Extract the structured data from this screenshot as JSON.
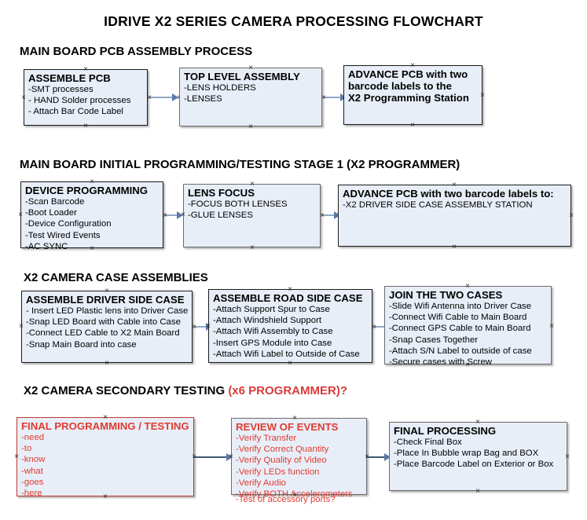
{
  "document": {
    "title": "IDRIVE X2  SERIES CAMERA PROCESSING FLOWCHART"
  },
  "sections": [
    {
      "id": "s1",
      "label": "MAIN BOARD PCB ASSEMBLY PROCESS",
      "accent": ""
    },
    {
      "id": "s2",
      "label": "MAIN BOARD INITIAL PROGRAMMING/TESTING STAGE 1 (X2 PROGRAMMER)",
      "accent": ""
    },
    {
      "id": "s3",
      "label": "X2 CAMERA CASE ASSEMBLIES",
      "accent": ""
    },
    {
      "id": "s4",
      "label": "X2 CAMERA SECONDARY TESTING ",
      "accent": "(x6 PROGRAMMER)?"
    }
  ],
  "nodes": {
    "assemble_pcb": {
      "title": "ASSEMBLE PCB",
      "lines": [
        "-SMT processes",
        "- HAND Solder processes",
        "- Attach Bar Code Label"
      ]
    },
    "top_level_assembly": {
      "title": "TOP LEVEL ASSEMBLY",
      "lines": [
        "-LENS HOLDERS",
        "-LENSES"
      ]
    },
    "advance_pcb_station": {
      "title": "ADVANCE PCB with two",
      "lines": [
        "barcode labels to the",
        " X2 Programming Station"
      ]
    },
    "device_programming": {
      "title": "DEVICE PROGRAMMING",
      "lines": [
        "-Scan Barcode",
        "-Boot Loader",
        "-Device Configuration",
        "-Test Wired Events",
        "-AC SYNC"
      ]
    },
    "lens_focus": {
      "title": "LENS FOCUS",
      "lines": [
        "-FOCUS BOTH LENSES",
        "-GLUE LENSES"
      ]
    },
    "advance_pcb_driver": {
      "title": "ADVANCE PCB with two barcode labels to:",
      "lines": [
        "-X2 DRIVER  SIDE  CASE  ASSEMBLY STATION"
      ]
    },
    "assemble_driver_side": {
      "title": "ASSEMBLE DRIVER SIDE CASE",
      "lines": [
        "- Insert LED Plastic lens into Driver Case",
        "-Snap LED Board with Cable into Case",
        "-Connect LED Cable to X2 Main Board",
        "-Snap Main Board into case"
      ]
    },
    "assemble_road_side": {
      "title": "ASSEMBLE ROAD SIDE CASE",
      "lines": [
        "-Attach Support Spur to Case",
        "-Attach Windshield Support",
        "-Attach Wifi Assembly to Case",
        "-Insert GPS Module into Case",
        "-Attach Wifi Label to Outside of Case"
      ]
    },
    "join_two_cases": {
      "title": "JOIN THE TWO CASES",
      "lines": [
        "-Slide Wifi Antenna into Driver Case",
        "-Connect Wifi Cable to Main Board",
        "-Connect GPS Cable to Main Board",
        "-Snap Cases Together",
        "-Attach S/N Label to outside of case",
        "-Secure cases with Screw"
      ]
    },
    "final_programming": {
      "title": "FINAL PROGRAMMING / TESTING",
      "lines": [
        "-need",
        "-to",
        "-know",
        "-what",
        "-goes",
        "-here"
      ]
    },
    "review_of_events": {
      "title": "REVIEW OF EVENTS",
      "lines": [
        "-Verify Transfer",
        "-Verify Correct Quantity",
        "-Verify Quality of Video",
        "-Verify LEDs function",
        "-Verify Audio",
        "-Verify BOTH Accelerometers"
      ],
      "overflow_line": "-Test of accessory ports?"
    },
    "final_processing": {
      "title": "FINAL PROCESSING",
      "lines": [
        " -Check Final Box",
        "-Place In Bubble wrap Bag and BOX",
        "-Place Barcode Label on Exterior or Box"
      ]
    }
  },
  "colors": {
    "box_fill": "#e8eef8",
    "box_border": "#1a1a1a",
    "box_border_gray": "#6b6b6b",
    "accent_red": "#e03b30",
    "connector": "#8fa8c4",
    "connector_dark": "#3d5a72",
    "arrowhead": "#5b79a8"
  }
}
